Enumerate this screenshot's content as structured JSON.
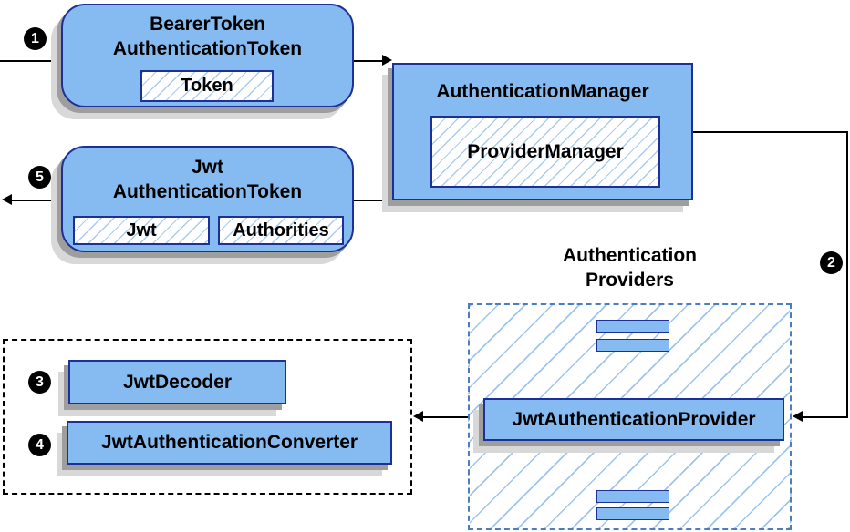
{
  "diagram": {
    "nodes": {
      "bearer_token": {
        "line1": "BearerToken",
        "line2": "AuthenticationToken",
        "inner": "Token"
      },
      "authentication_manager": {
        "title": "AuthenticationManager",
        "inner": "ProviderManager"
      },
      "jwt_authentication_token": {
        "line1": "Jwt",
        "line2": "AuthenticationToken",
        "inner_jwt": "Jwt",
        "inner_authorities": "Authorities"
      },
      "authentication_providers": {
        "title_line1": "Authentication",
        "title_line2": "Providers",
        "provider": "JwtAuthenticationProvider"
      },
      "converter_group": {
        "decoder": "JwtDecoder",
        "converter": "JwtAuthenticationConverter"
      }
    },
    "steps": {
      "s1": "1",
      "s2": "2",
      "s3": "3",
      "s4": "4",
      "s5": "5"
    },
    "colors": {
      "box_fill": "#85BBF0",
      "box_border": "#1D3097",
      "hatch_line": "#A9CCEE",
      "providers_dash_border": "#4B7EC1",
      "shadow_dark": "#9E9E9E",
      "shadow_light": "#D8D8D8",
      "connector": "#000000",
      "badge_bg": "#000000",
      "badge_text": "#ffffff"
    }
  }
}
